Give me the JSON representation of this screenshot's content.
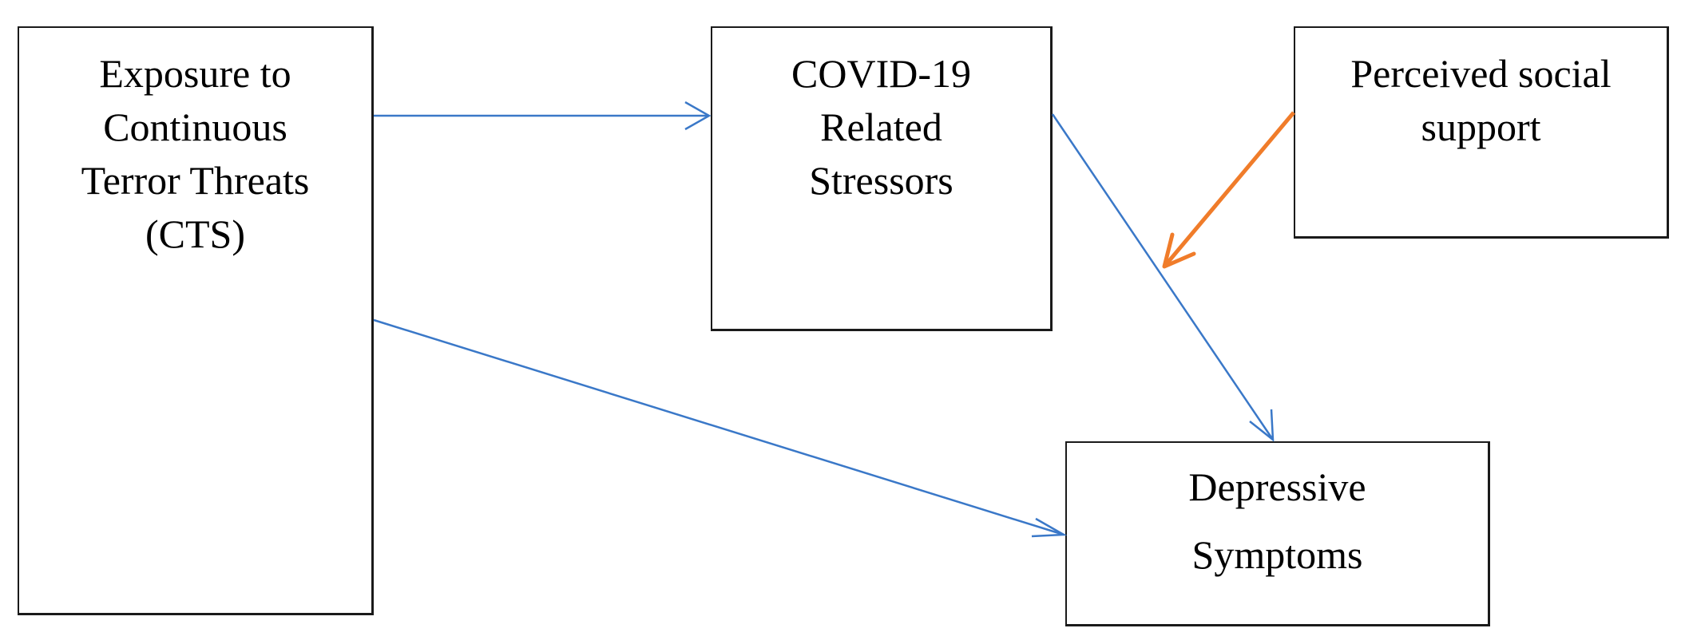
{
  "nodes": {
    "cts": {
      "lines": [
        "Exposure to",
        "Continuous",
        "Terror Threats",
        "(CTS)"
      ]
    },
    "covid": {
      "lines": [
        "COVID-19",
        "Related",
        "Stressors"
      ]
    },
    "support": {
      "lines": [
        "Perceived social",
        "support"
      ]
    },
    "depressive": {
      "lines": [
        "Depressive",
        "Symptoms"
      ]
    }
  },
  "edges": [
    {
      "from": "cts",
      "to": "covid",
      "kind": "path",
      "color": "#3a78c8"
    },
    {
      "from": "cts",
      "to": "depressive",
      "kind": "path",
      "color": "#3a78c8"
    },
    {
      "from": "covid",
      "to": "depressive",
      "kind": "path",
      "color": "#3a78c8"
    },
    {
      "from": "support",
      "to": "covid-depressive path",
      "kind": "moderation",
      "color": "#f07c2a"
    }
  ]
}
